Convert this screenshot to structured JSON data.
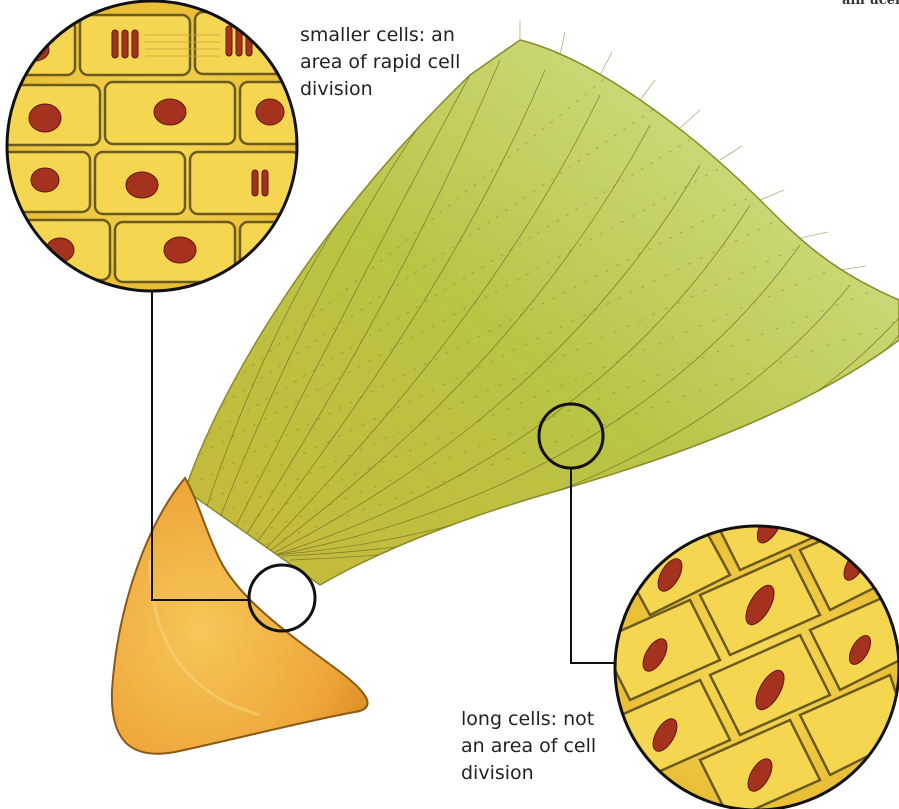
{
  "labels": {
    "top": {
      "lines": [
        "smaller cells: an",
        "area of rapid cell",
        "division"
      ]
    },
    "bottom": {
      "lines": [
        "long cells: not",
        "an area of cell",
        "division"
      ]
    },
    "corner_fragment": "ain ucemi"
  },
  "colors": {
    "root_cap": "#f0b43a",
    "root_body": "#b7c23a",
    "cell_fill": "#f3d34a",
    "nucleus": "#a5321e",
    "cell_outline": "#6b5a1e",
    "leader_line": "#111111"
  },
  "icons": [
    "magnifier-circle-icon"
  ]
}
